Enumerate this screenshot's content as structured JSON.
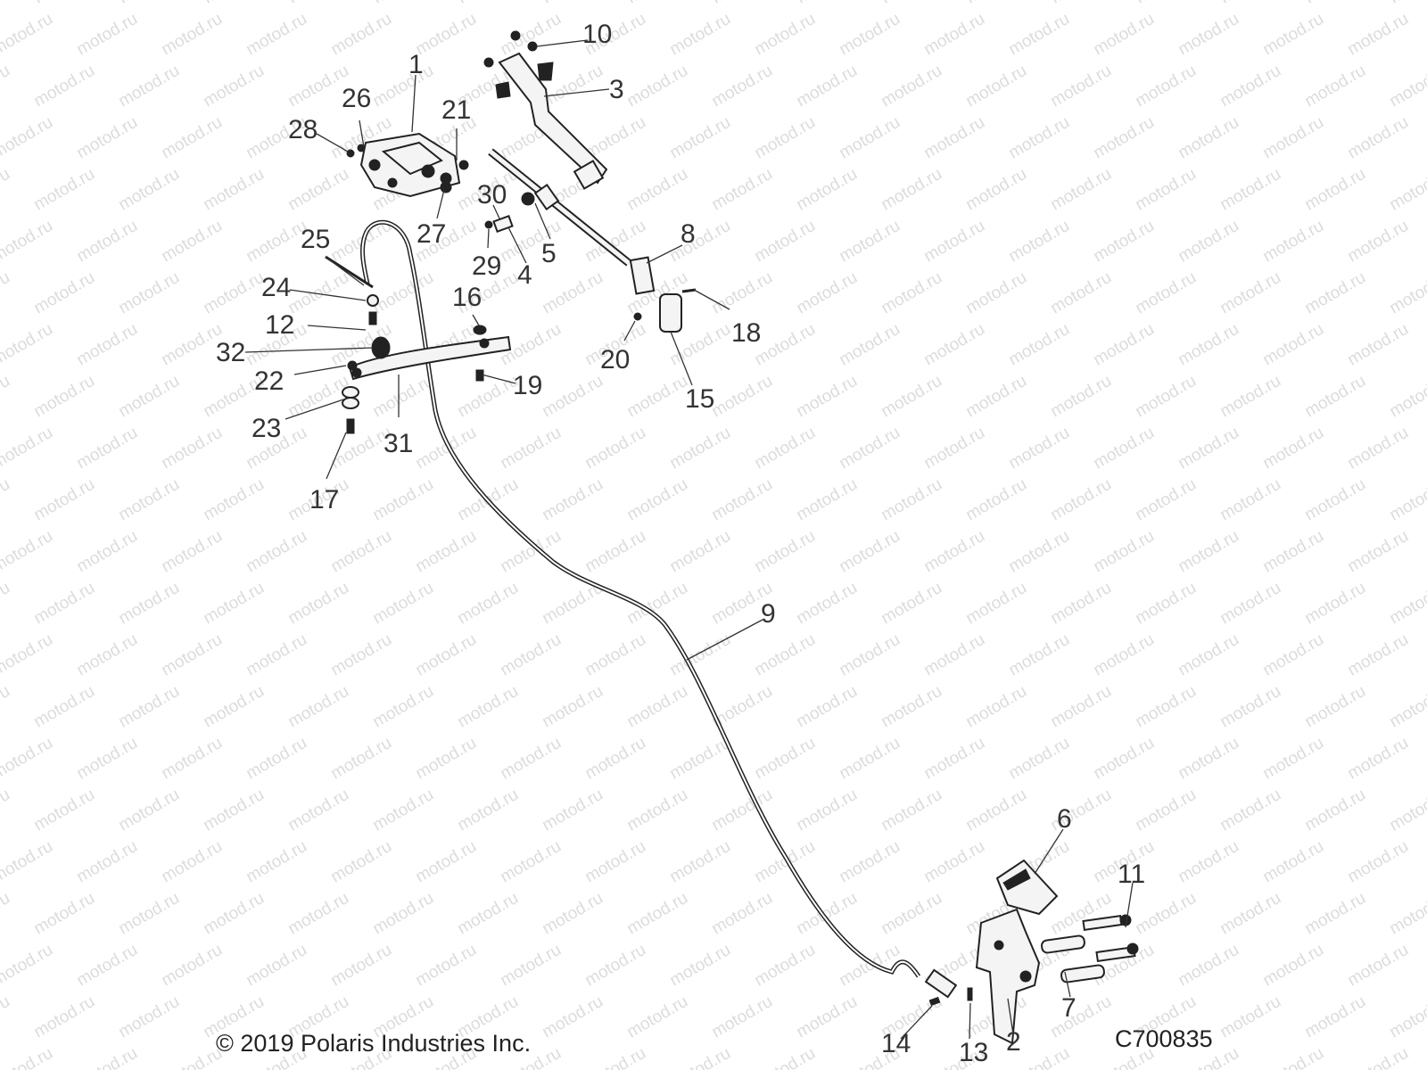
{
  "watermark_text": "motod.ru",
  "copyright": "© 2019 Polaris Industries Inc.",
  "diagram_id": "C700835",
  "callouts": {
    "c1": "1",
    "c2": "2",
    "c3": "3",
    "c4": "4",
    "c5": "5",
    "c6": "6",
    "c7": "7",
    "c8": "8",
    "c9": "9",
    "c10": "10",
    "c11": "11",
    "c12": "12",
    "c13": "13",
    "c14": "14",
    "c15": "15",
    "c16": "16",
    "c17": "17",
    "c18": "18",
    "c19": "19",
    "c20": "20",
    "c21": "21",
    "c22": "22",
    "c23": "23",
    "c24": "24",
    "c25": "25",
    "c26": "26",
    "c27": "27",
    "c28": "28",
    "c29": "29",
    "c30": "30",
    "c31": "31",
    "c32": "32"
  }
}
